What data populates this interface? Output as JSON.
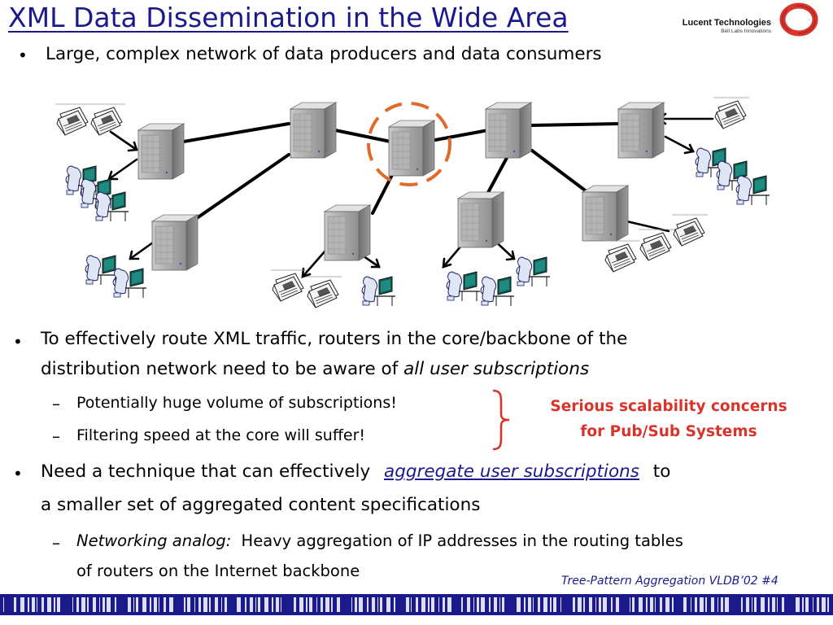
{
  "slide": {
    "title": "XML Data Dissemination in the Wide Area",
    "logo": {
      "name": "Lucent Technologies",
      "subtitle": "Bell Labs Innovations",
      "ring_color": "#d9342b"
    },
    "bullet1": "Large, complex network of data producers and data consumers",
    "bullet2": {
      "line1": "To effectively route XML traffic, routers in the core/backbone of the",
      "line2_plain": "distribution network need to be aware of ",
      "line2_emph": "all user subscriptions",
      "sub1": "Potentially huge volume of subscriptions!",
      "sub2": "Filtering speed at the core will suffer!"
    },
    "scalability": {
      "line1": "Serious scalability concerns",
      "line2": "for Pub/Sub Systems"
    },
    "bullet3": {
      "pre": "Need a technique that can effectively",
      "emph": "aggregate user subscriptions",
      "post": "to",
      "line2": "a smaller set of aggregated content specifications",
      "sub_label": "Networking analog:",
      "sub_line1": "Heavy aggregation of IP addresses in the routing tables",
      "sub_line2": "of routers on the Internet backbone"
    },
    "footer": "Tree-Pattern Aggregation  VLDB’02 #4",
    "colors": {
      "title": "#1a1a8c",
      "accent": "#d9342b",
      "highlight_circle": "#e06a2a",
      "bar": "#1a1a8c"
    }
  }
}
